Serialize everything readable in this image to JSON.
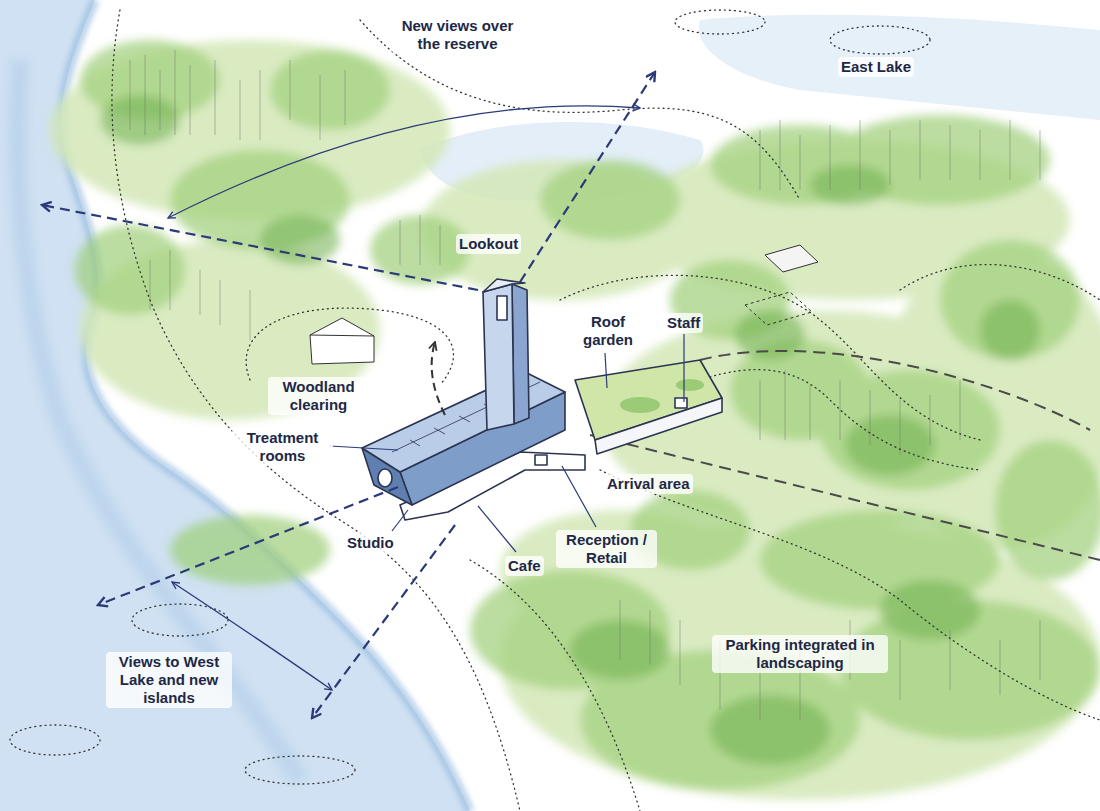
{
  "diagram": {
    "labels": [
      "New views over the reserve",
      "East Lake",
      "Lookout",
      "Roof garden",
      "Staff",
      "Woodland clearing",
      "Treatment rooms",
      "Arrival area",
      "Studio",
      "Reception / Retail",
      "Cafe",
      "Parking integrated in landscaping",
      "Views to West Lake and new islands"
    ]
  }
}
